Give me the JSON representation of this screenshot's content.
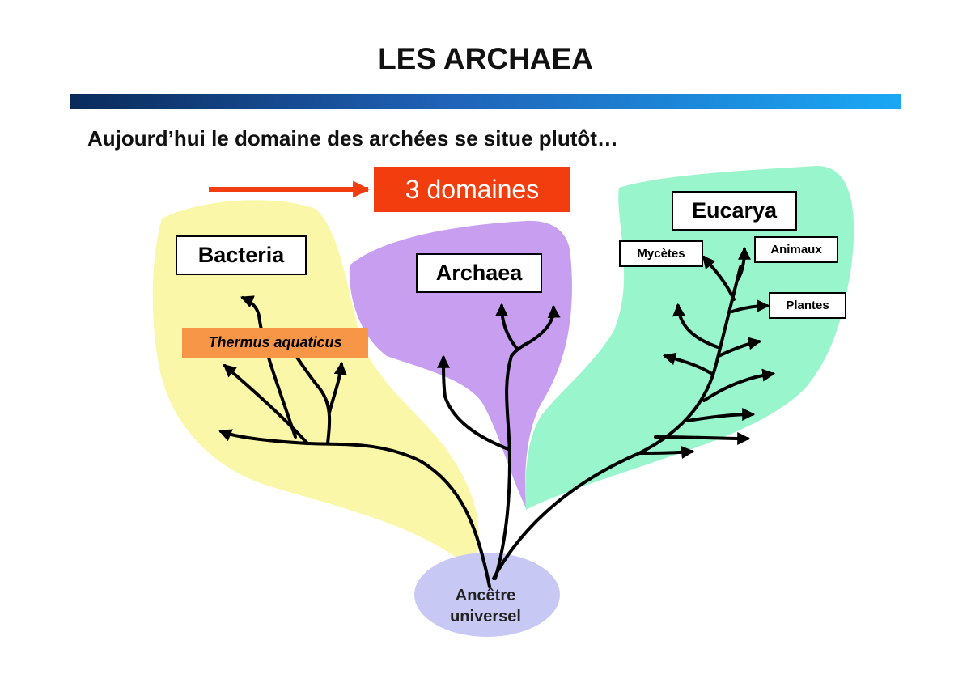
{
  "title": "LES ARCHAEA",
  "subtitle": "Aujourd’hui le domaine des archées se situe plutôt…",
  "domains_label": "3 domaines",
  "domains": {
    "bacteria": "Bacteria",
    "archaea": "Archaea",
    "eucarya": "Eucarya"
  },
  "eucarya_groups": {
    "mycetes": "Mycètes",
    "animaux": "Animaux",
    "plantes": "Plantes"
  },
  "species_label": "Thermus aquaticus",
  "root": {
    "line1": "Ancêtre",
    "line2": "universel"
  },
  "colors": {
    "bacteria_region": "#fbf7a9",
    "archaea_region": "#c89ff0",
    "eucarya_region": "#99f5cc",
    "ancestor": "#c8c8f5",
    "highlight_red": "#f23d0f",
    "species_orange": "#f79646",
    "title_bar_start": "#0a2a5a",
    "title_bar_end": "#1aa8f5"
  }
}
